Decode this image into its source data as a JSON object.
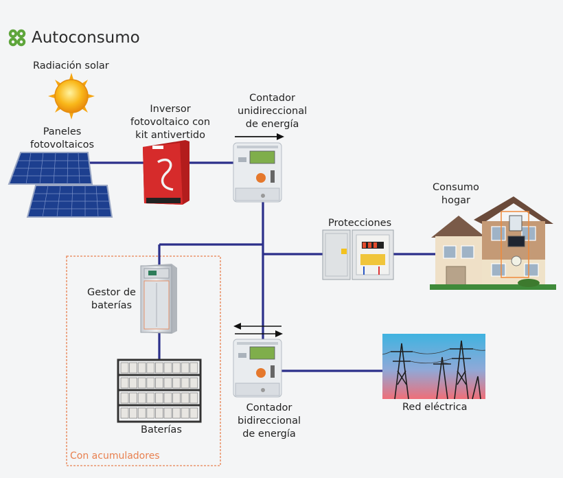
{
  "title": "Autoconsumo",
  "labels": {
    "solar_radiation": "Radiación solar",
    "panels": [
      "Paneles",
      "fotovoltaicos"
    ],
    "inverter": [
      "Inversor",
      "fotovoltaico con",
      "kit antivertido"
    ],
    "meter_uni": [
      "Contador",
      "unidireccional",
      "de energía"
    ],
    "protections": "Protecciones",
    "home": [
      "Consumo",
      "hogar"
    ],
    "battery_manager": [
      "Gestor de",
      "baterías"
    ],
    "batteries": "Baterías",
    "meter_bi": [
      "Contador",
      "bidireccional",
      "de energía"
    ],
    "grid": "Red eléctrica",
    "accumulators": "Con acumuladores"
  },
  "icons": {
    "logo": "clover-logo-icon",
    "sun": "sun-icon",
    "panels": "solar-panels-icon",
    "inverter": "inverter-icon",
    "meter": "energy-meter-icon",
    "protections": "electrical-panel-icon",
    "house": "house-icon",
    "battery_manager": "battery-cabinet-icon",
    "batteries": "battery-rack-icon",
    "grid": "power-tower-icon",
    "arrow_right": "arrow-right-icon",
    "arrow_both": "arrow-bidirectional-icon"
  },
  "colors": {
    "wire": "#2b2f8a",
    "accumulator_box": "#e8804f",
    "logo": "#5ea53b",
    "inverter": "#d32a2a"
  }
}
